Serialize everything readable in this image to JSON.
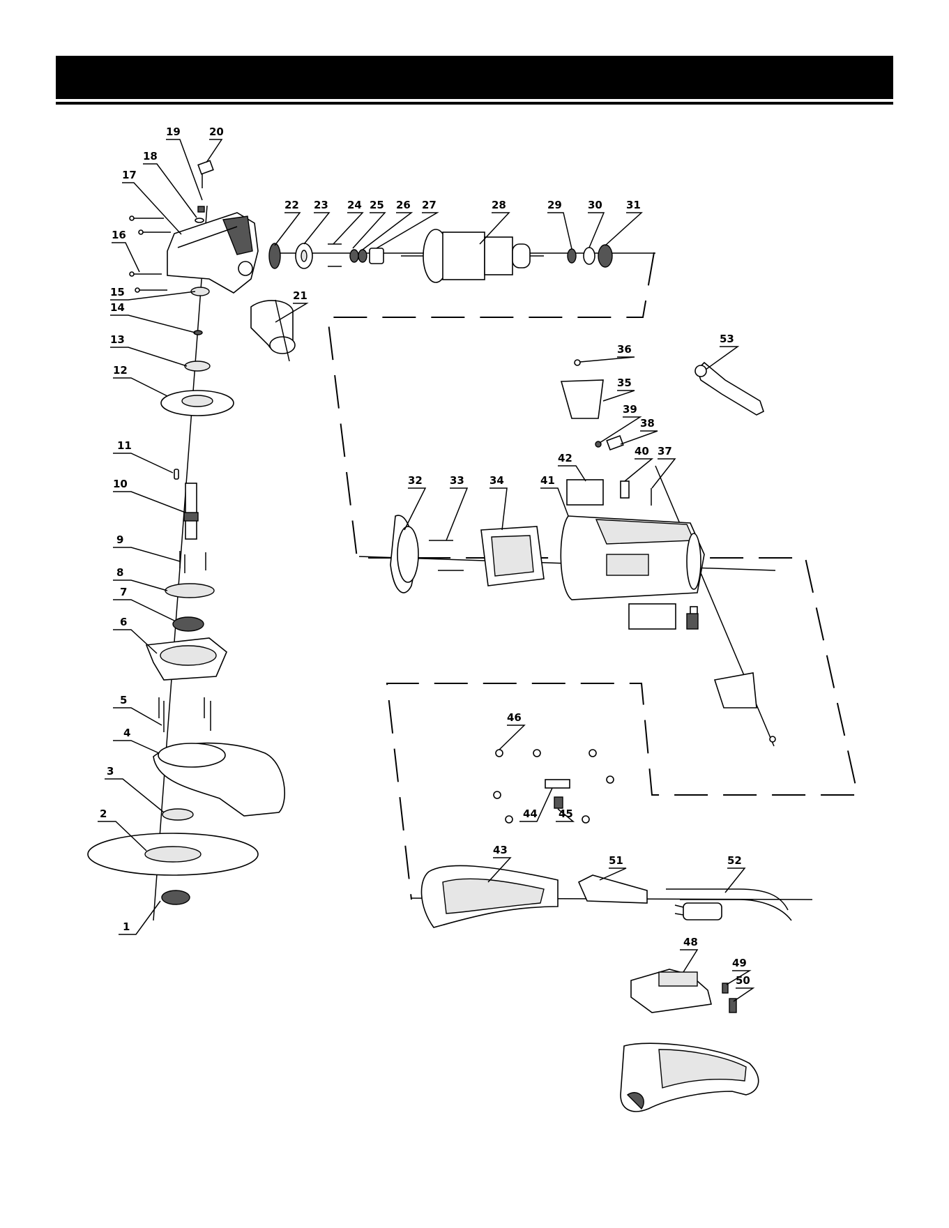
{
  "header": {
    "title": ""
  },
  "callouts": [
    "1",
    "2",
    "3",
    "4",
    "5",
    "6",
    "7",
    "8",
    "9",
    "10",
    "11",
    "12",
    "13",
    "14",
    "15",
    "16",
    "17",
    "18",
    "19",
    "20",
    "21",
    "22",
    "23",
    "24",
    "25",
    "26",
    "27",
    "28",
    "29",
    "30",
    "31",
    "32",
    "33",
    "34",
    "35",
    "36",
    "37",
    "38",
    "39",
    "40",
    "41",
    "42",
    "43",
    "44",
    "45",
    "46",
    "48",
    "49",
    "50",
    "51",
    "52",
    "53"
  ]
}
